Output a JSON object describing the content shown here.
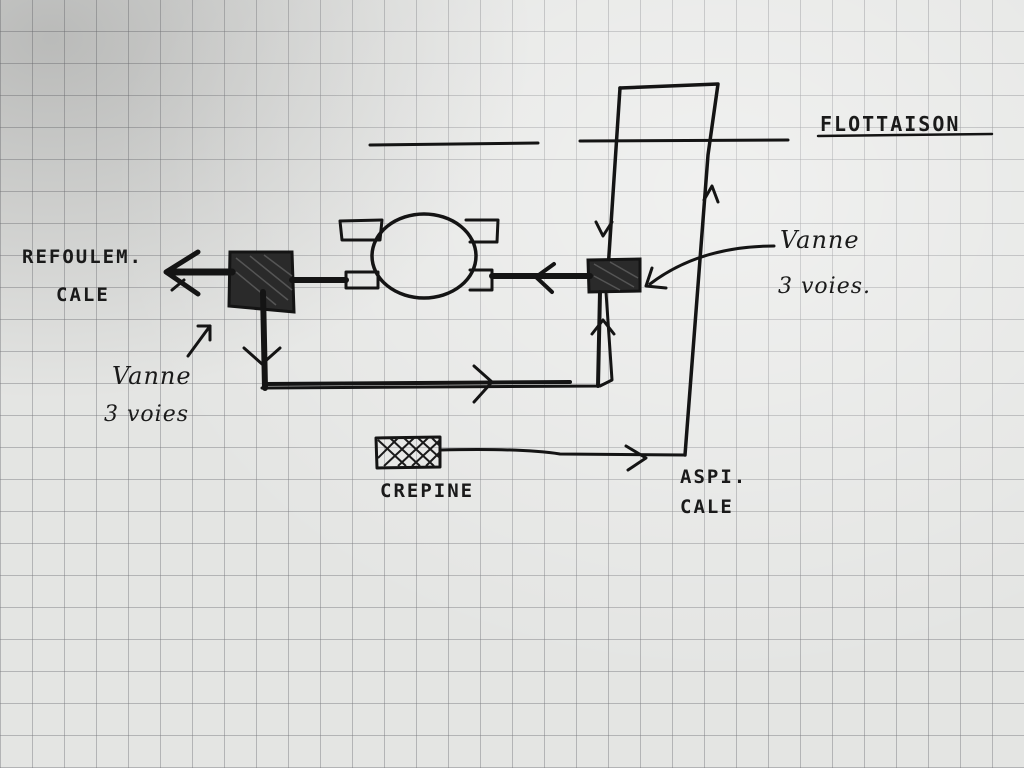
{
  "labels": {
    "waterline": "FLOTTAISON",
    "discharge_line1": "REFOULEM.",
    "discharge_line2": "CALE",
    "valve_right_line1": "Vanne",
    "valve_right_line2": "3 voies.",
    "valve_left_line1": "Vanne",
    "valve_left_line2": "3 voies",
    "strainer": "CREPINE",
    "suction_line1": "ASPI.",
    "suction_line2": "CALE"
  },
  "colors": {
    "ink": "#141414",
    "paper": "#e4e5e3",
    "grid": "#78787d"
  }
}
